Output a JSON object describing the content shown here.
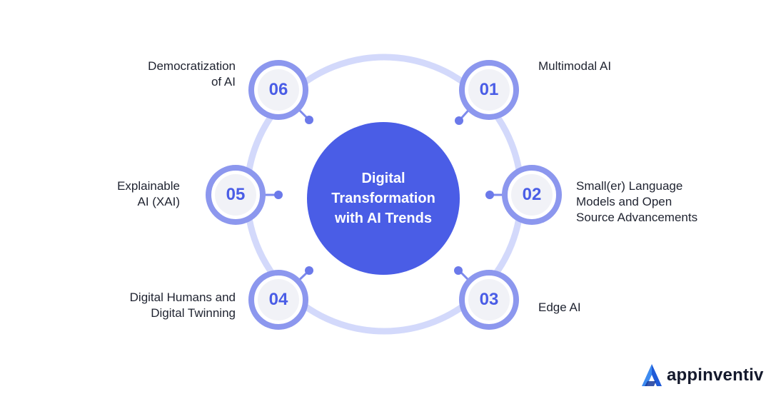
{
  "center": {
    "lines": [
      "Digital",
      "Transformation",
      "with AI Trends"
    ]
  },
  "nodes": [
    {
      "num": "01",
      "label_lines": [
        "Multimodal AI"
      ]
    },
    {
      "num": "02",
      "label_lines": [
        "Small(er) Language",
        "Models and Open",
        "Source Advancements"
      ]
    },
    {
      "num": "03",
      "label_lines": [
        "Edge AI"
      ]
    },
    {
      "num": "04",
      "label_lines": [
        "Digital Humans and",
        "Digital Twinning"
      ]
    },
    {
      "num": "05",
      "label_lines": [
        "Explainable",
        "AI (XAI)"
      ]
    },
    {
      "num": "06",
      "label_lines": [
        "Democratization",
        "of AI"
      ]
    }
  ],
  "brand": {
    "logo_icon": "appinventiv-logo-icon",
    "name": "appinventiv"
  },
  "colors": {
    "primary": "#4a5de6",
    "ring": "#d3d9fb",
    "node_ring": "#8c97ee",
    "connector": "#7d8aec",
    "text": "#1f2330"
  }
}
